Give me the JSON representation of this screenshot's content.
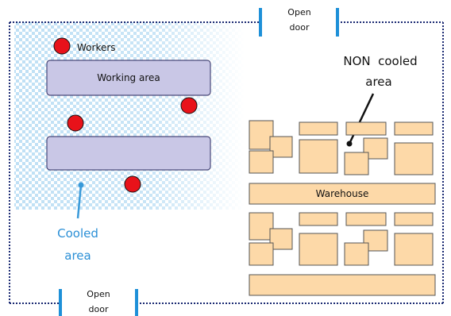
{
  "labels": {
    "open_door_top_1": "Open",
    "open_door_top_2": "door",
    "open_door_bottom_1": "Open",
    "open_door_bottom_2": "door",
    "workers": "Workers",
    "working_area": "Working area",
    "non_cooled_1": "NON  cooled",
    "non_cooled_2": "area",
    "cooled_1": "Cooled",
    "cooled_2": "area",
    "warehouse": "Warehouse"
  },
  "colors": {
    "border": "#1b2a73",
    "door": "#1e90d8",
    "cooled": "#3a9ad9",
    "bench_fill": "#c9c7e6",
    "bench_stroke": "#4a4a7a",
    "box_fill": "#fdd9a8",
    "box_stroke": "#555555",
    "worker": "#e8121a",
    "pointer": "#111111"
  }
}
